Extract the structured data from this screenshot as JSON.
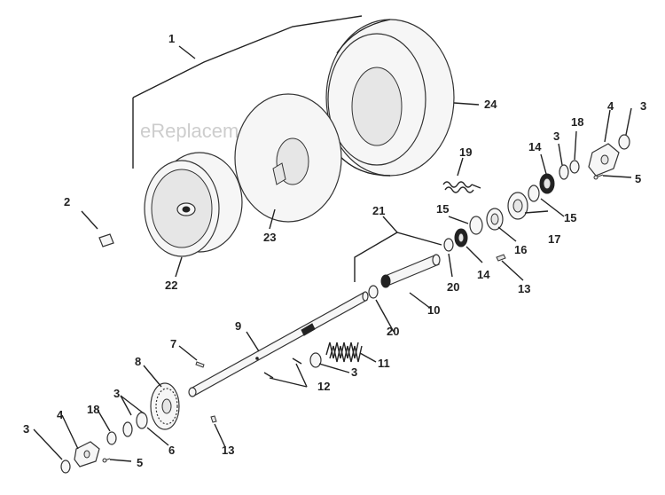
{
  "watermark": "eReplacementParts.com",
  "callouts": {
    "c1": "1",
    "c2": "2",
    "c3a": "3",
    "c3b": "3",
    "c3c": "3",
    "c3d": "3",
    "c3e": "3",
    "c4a": "4",
    "c4b": "4",
    "c5a": "5",
    "c5b": "5",
    "c6": "6",
    "c7": "7",
    "c8": "8",
    "c9": "9",
    "c10": "10",
    "c11": "11",
    "c12": "12",
    "c13a": "13",
    "c13b": "13",
    "c14a": "14",
    "c14b": "14",
    "c15a": "15",
    "c15b": "15",
    "c16": "16",
    "c17": "17",
    "c18a": "18",
    "c18b": "18",
    "c19": "19",
    "c20a": "20",
    "c20b": "20",
    "c21": "21",
    "c22": "22",
    "c23": "23",
    "c24": "24"
  }
}
